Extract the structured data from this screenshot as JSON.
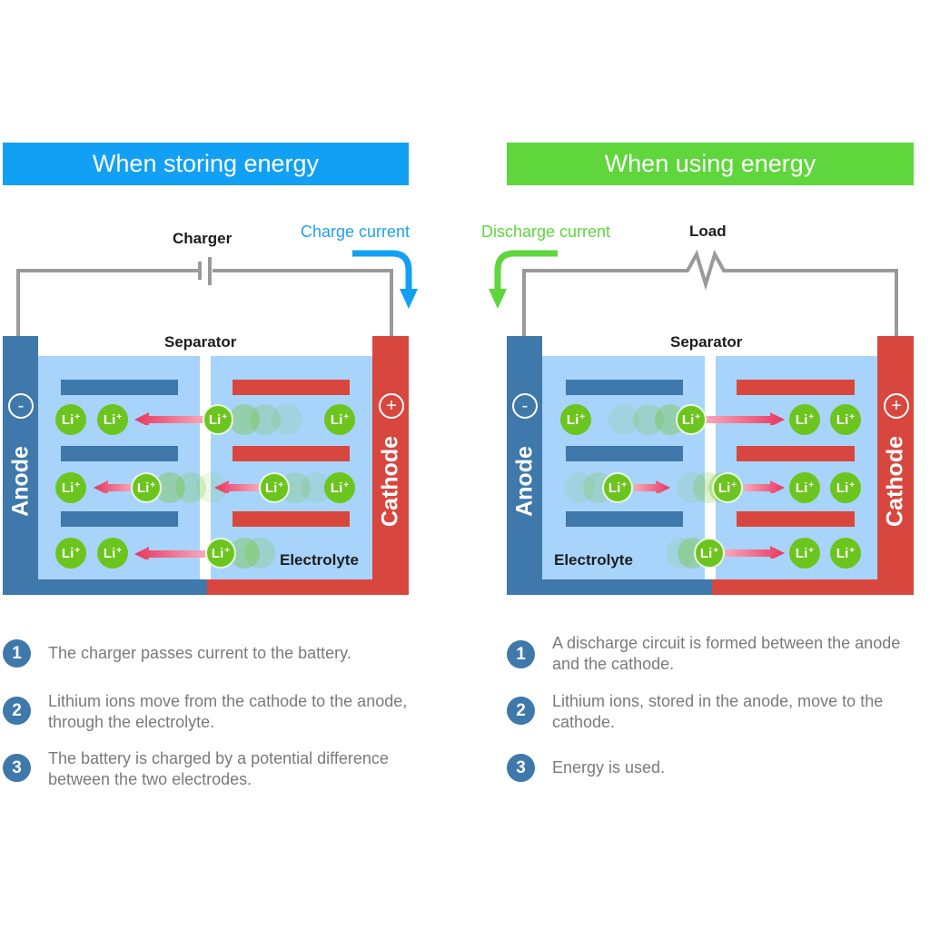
{
  "left_panel": {
    "title": "When storing energy",
    "title_color": "#12a0f5",
    "source_label": "Charger",
    "current_label": "Charge current",
    "current_color": "#1fa1f0",
    "separator_label": "Separator",
    "electrolyte_label": "Electrolyte",
    "anode_label": "Anode",
    "anode_sign": "-",
    "cathode_label": "Cathode",
    "cathode_sign": "+",
    "ion_label": "Li",
    "ion_charge": "+",
    "ion_flow_direction": "cathode-to-anode",
    "steps": [
      {
        "num": "1",
        "text": "The charger passes current to the battery."
      },
      {
        "num": "2",
        "text": "Lithium ions move from the cathode to the anode, through the electrolyte."
      },
      {
        "num": "3",
        "text": "The battery is charged by a potential difference between the two electrodes."
      }
    ]
  },
  "right_panel": {
    "title": "When using energy",
    "title_color": "#5ed63c",
    "source_label": "Load",
    "current_label": "Discharge current",
    "current_color": "#5ed63c",
    "separator_label": "Separator",
    "electrolyte_label": "Electrolyte",
    "anode_label": "Anode",
    "anode_sign": "-",
    "cathode_label": "Cathode",
    "cathode_sign": "+",
    "ion_label": "Li",
    "ion_charge": "+",
    "ion_flow_direction": "anode-to-cathode",
    "steps": [
      {
        "num": "1",
        "text": "A discharge circuit is formed between the anode and the cathode."
      },
      {
        "num": "2",
        "text": "Lithium ions, stored in the anode, move to the cathode."
      },
      {
        "num": "3",
        "text": "Energy is used."
      }
    ]
  },
  "colors": {
    "anode": "#3f78aa",
    "cathode": "#d8473e",
    "electrolyte": "#a8d4fb",
    "ion": "#6cc51e",
    "ion_arrow": "#e8365e",
    "wire": "#9a9a9a",
    "step_badge": "#3f78aa",
    "step_text": "#7a7a7a"
  }
}
